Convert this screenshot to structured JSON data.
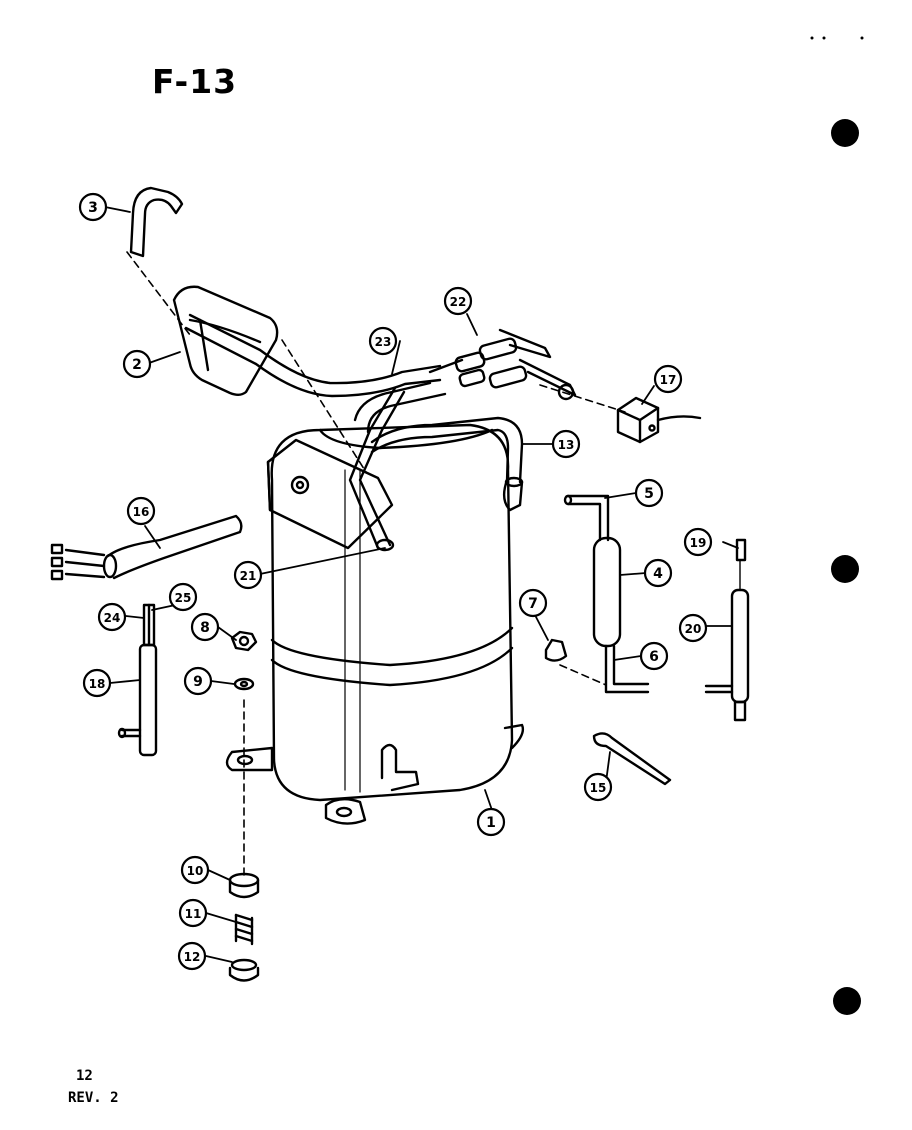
{
  "title": "F-13",
  "footer": {
    "page": "12",
    "rev": "REV. 2"
  },
  "callouts": [
    "1",
    "2",
    "3",
    "4",
    "5",
    "6",
    "7",
    "8",
    "9",
    "10",
    "11",
    "12",
    "13",
    "15",
    "16",
    "17",
    "18",
    "19",
    "20",
    "21",
    "22",
    "23",
    "24",
    "25"
  ],
  "colors": {
    "ink": "#000000",
    "paper": "#ffffff"
  }
}
